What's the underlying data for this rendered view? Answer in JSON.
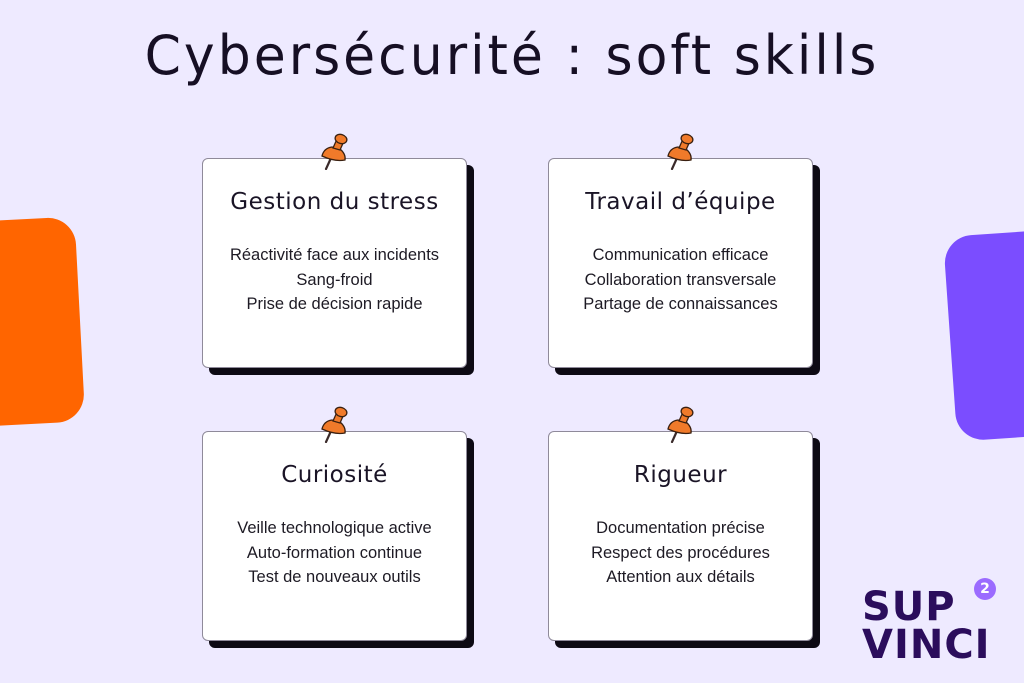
{
  "title": "Cybersécurité : soft skills",
  "colors": {
    "background": "#eeeaff",
    "accent_orange": "#ff6500",
    "accent_purple": "#7b4dff",
    "pin": "#f07a2a",
    "logo": "#2b0d5c",
    "logo_badge": "#9b6bff"
  },
  "cards": [
    {
      "title": "Gestion du stress",
      "items": [
        "Réactivité face aux incidents",
        "Sang-froid",
        "Prise de décision rapide"
      ]
    },
    {
      "title": "Travail d’équipe",
      "items": [
        "Communication efficace",
        "Collaboration transversale",
        "Partage de connaissances"
      ]
    },
    {
      "title": "Curiosité",
      "items": [
        "Veille technologique active",
        "Auto-formation continue",
        "Test de nouveaux outils"
      ]
    },
    {
      "title": "Rigueur",
      "items": [
        "Documentation précise",
        "Respect des procédures",
        "Attention aux détails"
      ]
    }
  ],
  "logo": {
    "line1": "SUP",
    "line2": "VINCI",
    "badge": "2"
  },
  "icons": {
    "pin": "pushpin-icon"
  }
}
